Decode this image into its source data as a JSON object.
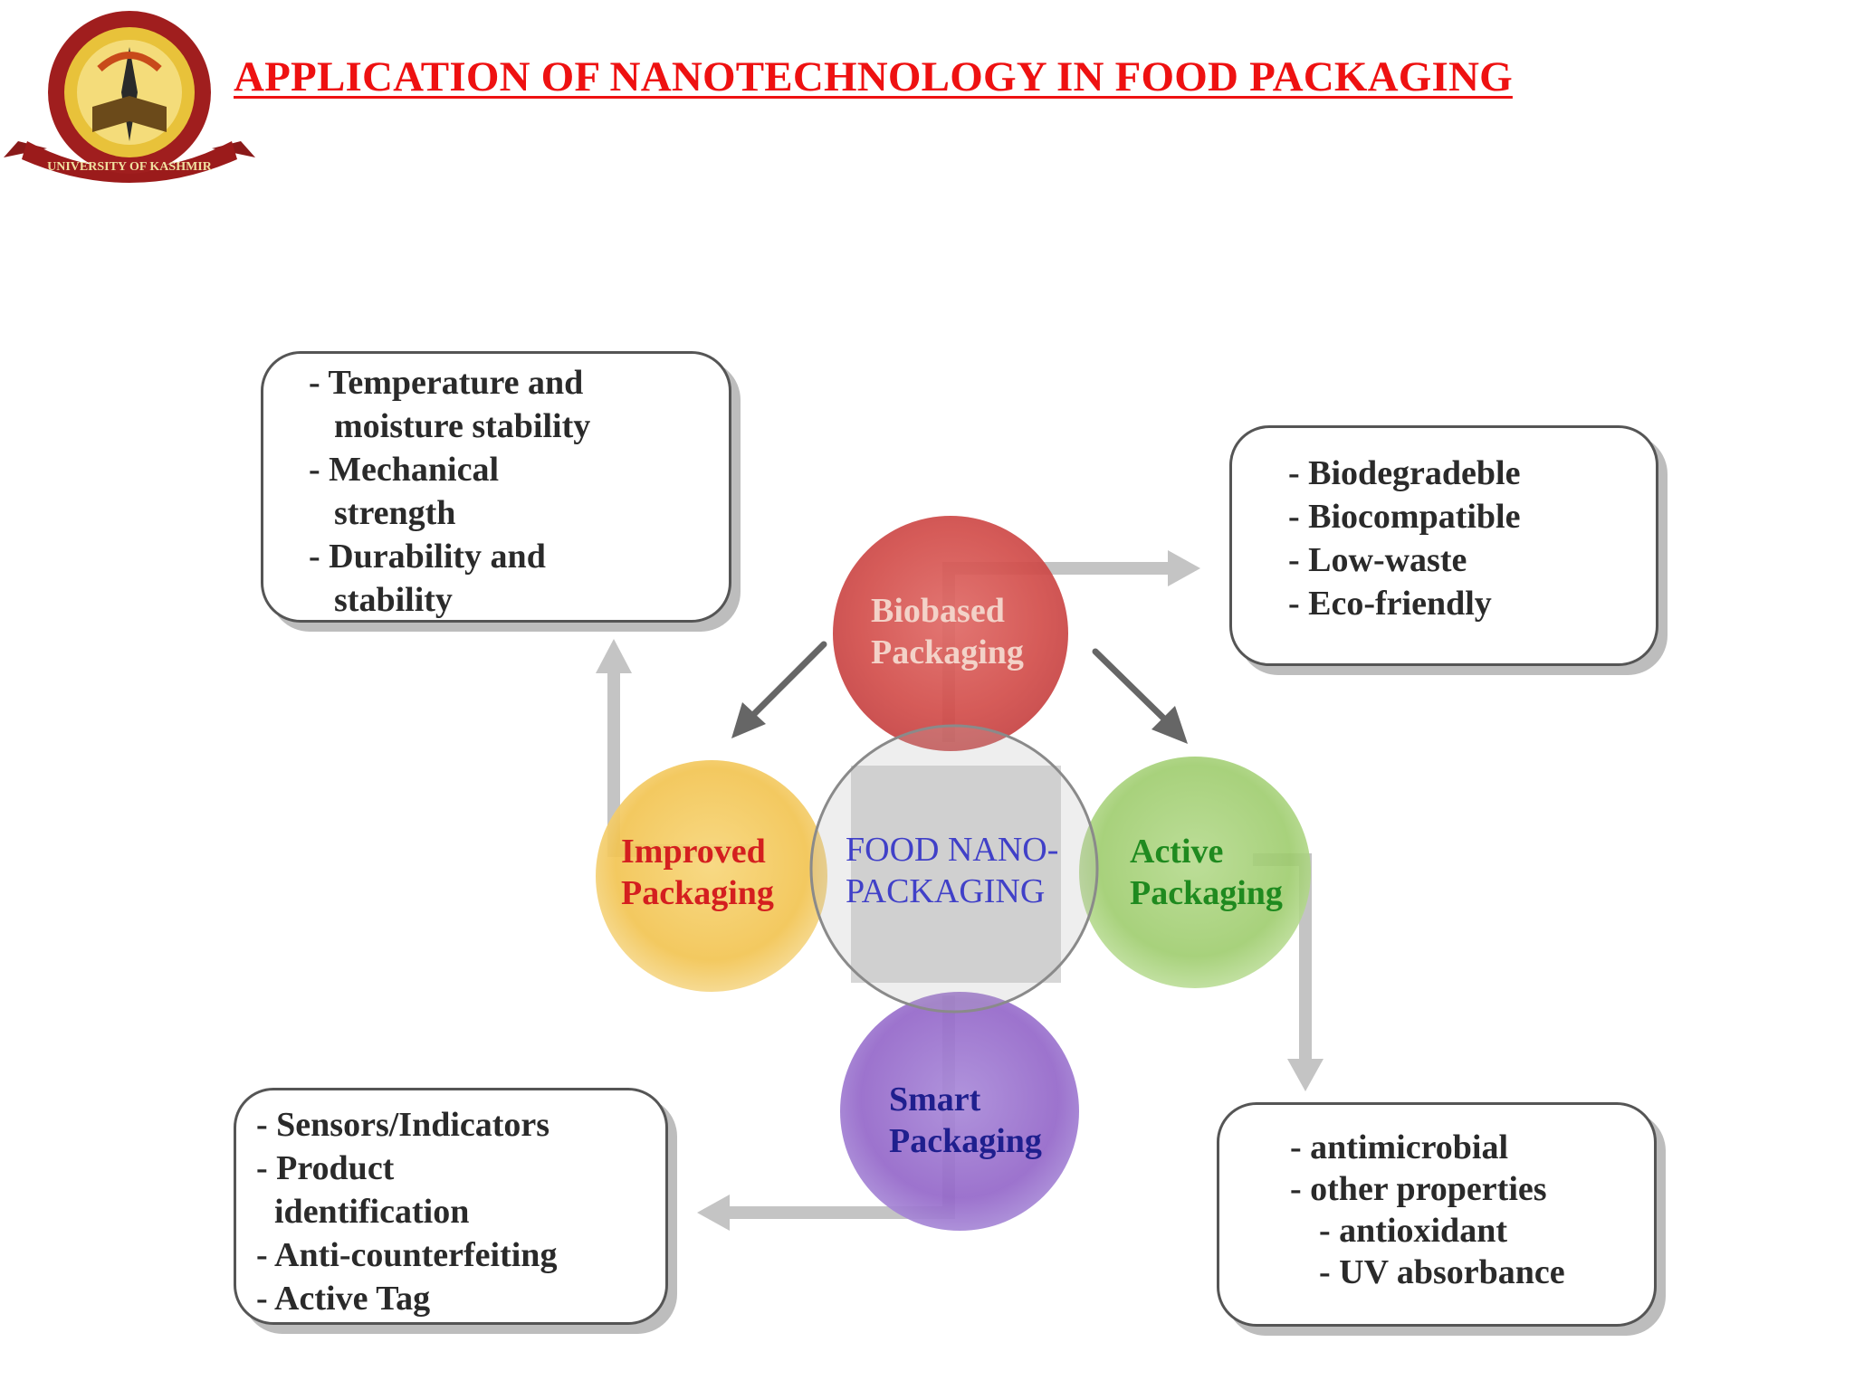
{
  "header": {
    "title": "APPLICATION OF  NANOTECHNOLOGY IN FOOD PACKAGING",
    "logo": {
      "ring_text": "UNIVERSITY OF KASHMIR"
    }
  },
  "diagram": {
    "center": {
      "line1": "FOOD NANO-",
      "line2": "PACKAGING"
    },
    "circles": {
      "biobased": {
        "line1": "Biobased",
        "line2": "Packaging",
        "color": "#d9534f"
      },
      "improved": {
        "line1": "Improved",
        "line2": "Packaging",
        "color": "#f2c14e"
      },
      "active": {
        "line1": "Active",
        "line2": "Packaging",
        "color": "#9ccc65"
      },
      "smart": {
        "line1": "Smart",
        "line2": "Packaging",
        "color": "#9b6fcf"
      }
    },
    "boxes": {
      "improved_properties": [
        "- Temperature and",
        "moisture stability",
        "-  Mechanical",
        "strength",
        "-  Durability and",
        "stability"
      ],
      "biobased_properties": [
        "- Biodegradeble",
        "- Biocompatible",
        "- Low-waste",
        "- Eco-friendly"
      ],
      "smart_properties": [
        "-  Sensors/Indicators",
        "- Product",
        "identification",
        "- Anti-counterfeiting",
        "- Active Tag"
      ],
      "active_properties": [
        "- antimicrobial",
        "- other properties",
        "- antioxidant",
        "- UV absorbance"
      ]
    }
  }
}
